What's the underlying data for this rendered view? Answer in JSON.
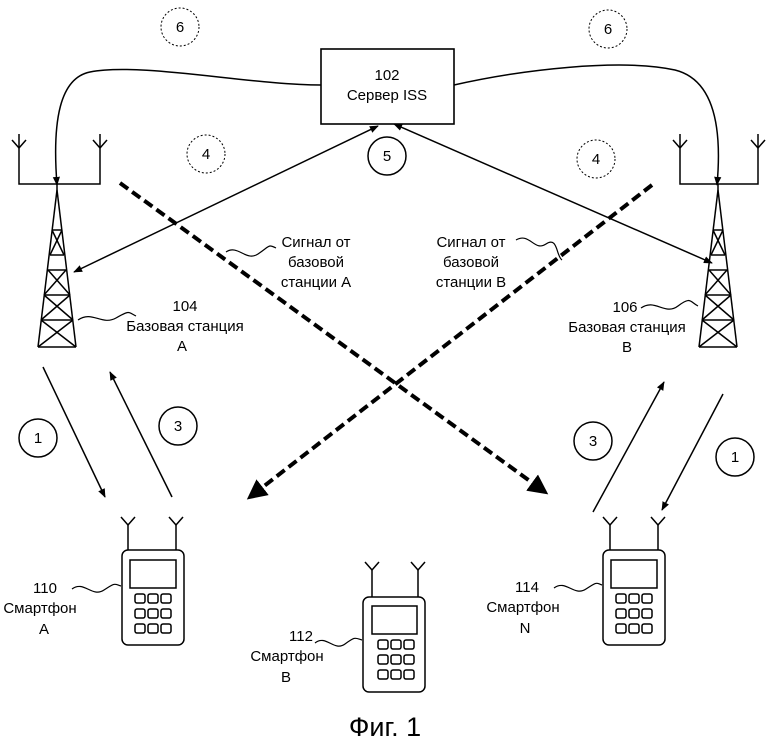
{
  "server": {
    "number": "102",
    "name": "Сервер ISS"
  },
  "base_station_a": {
    "number": "104",
    "name": "Базовая станция",
    "letter": "A"
  },
  "base_station_b": {
    "number": "106",
    "name": "Базовая станция",
    "letter": "B"
  },
  "signal_a": {
    "line1": "Сигнал от",
    "line2": "базовой",
    "line3": "станции A"
  },
  "signal_b": {
    "line1": "Сигнал от",
    "line2": "базовой",
    "line3": "станции B"
  },
  "smartphone_a": {
    "number": "110",
    "name": "Смартфон",
    "letter": "A"
  },
  "smartphone_b": {
    "number": "112",
    "name": "Смартфон",
    "letter": "B"
  },
  "smartphone_n": {
    "number": "114",
    "name": "Смартфон",
    "letter": "N"
  },
  "steps": {
    "s6_left": "6",
    "s6_right": "6",
    "s4_left": "4",
    "s4_right": "4",
    "s5": "5",
    "s1_left": "1",
    "s1_right": "1",
    "s3_left": "3",
    "s3_right": "3"
  },
  "caption": "Фиг. 1"
}
